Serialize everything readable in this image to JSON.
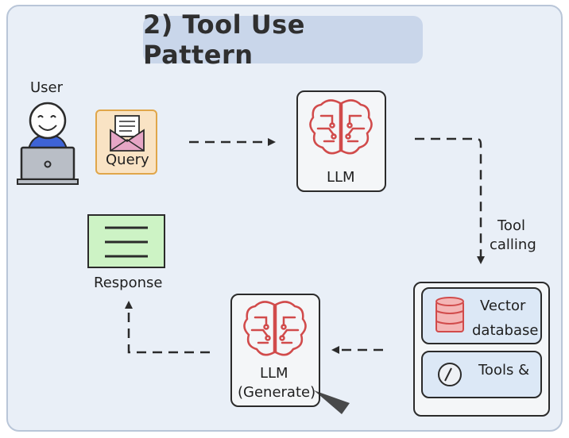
{
  "diagram": {
    "title": "2) Tool Use Pattern",
    "nodes": {
      "user": {
        "label": "User"
      },
      "query": {
        "label": "Query"
      },
      "llm": {
        "label": "LLM"
      },
      "llm_generate": {
        "line1": "LLM",
        "line2": "(Generate)"
      },
      "vector_db": {
        "line1": "Vector",
        "line2": "database"
      },
      "tools": {
        "label": "Tools &"
      },
      "response": {
        "label": "Response"
      }
    },
    "edges": {
      "tool_calling": {
        "line1": "Tool",
        "line2": "calling"
      }
    },
    "colors": {
      "background": "#e9eff7",
      "title_bg": "#c9d6ea",
      "brain": "#d14b4b",
      "query_fill": "#f9e3c4",
      "query_border": "#e0a64a",
      "response_fill": "#cdf3c5",
      "tool_box_fill": "#dce8f6",
      "user_shirt": "#3e63d6"
    },
    "icons": [
      "user-avatar-icon",
      "laptop-icon",
      "envelope-icon",
      "brain-circuit-icon",
      "database-icon",
      "document-lines-icon",
      "arrow-icon"
    ]
  }
}
